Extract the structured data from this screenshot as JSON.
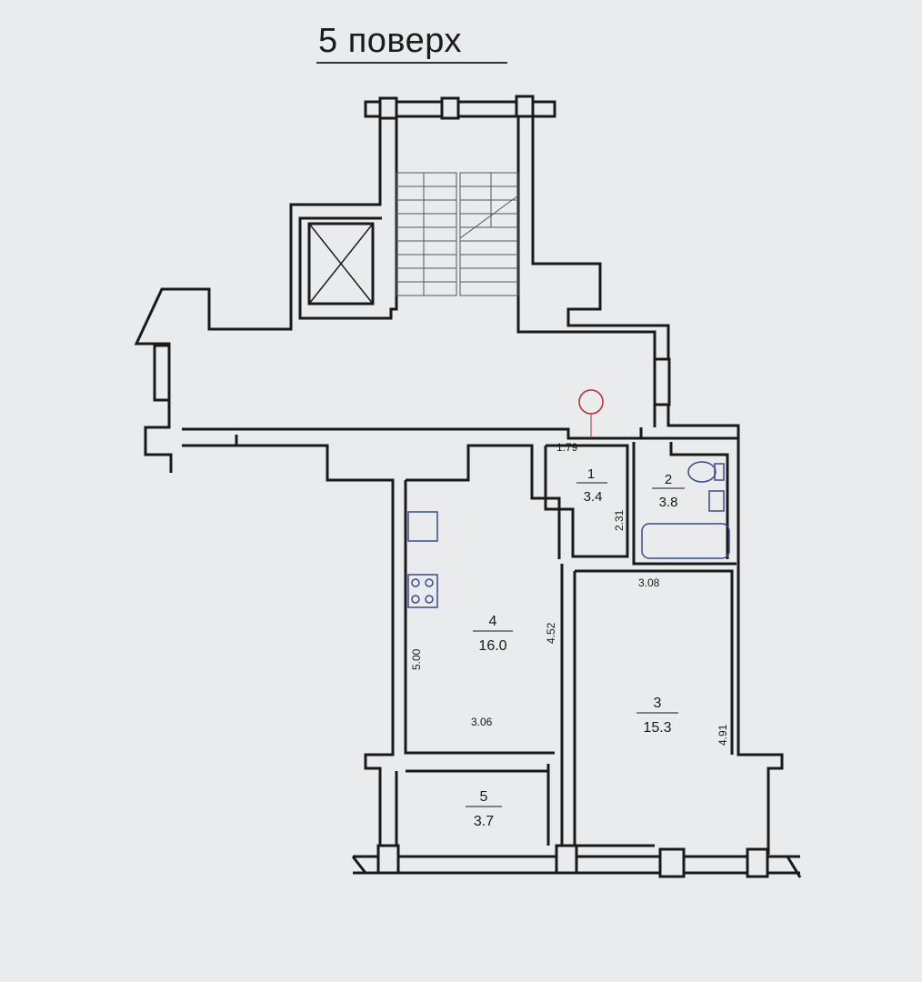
{
  "title": "5 поверх",
  "rooms": [
    {
      "number": "1",
      "area": "3.4"
    },
    {
      "number": "2",
      "area": "3.8"
    },
    {
      "number": "3",
      "area": "15.3"
    },
    {
      "number": "4",
      "area": "16.0"
    },
    {
      "number": "5",
      "area": "3.7"
    }
  ],
  "dimensions": [
    "1.79",
    "2.31",
    "3.08",
    "4.91",
    "5.00",
    "4.52",
    "3.06"
  ],
  "colors": {
    "wall": "#1a1a1a",
    "paper": "#e9ebec",
    "fixture": "#3a4a8a",
    "marker": "#c0272d"
  }
}
